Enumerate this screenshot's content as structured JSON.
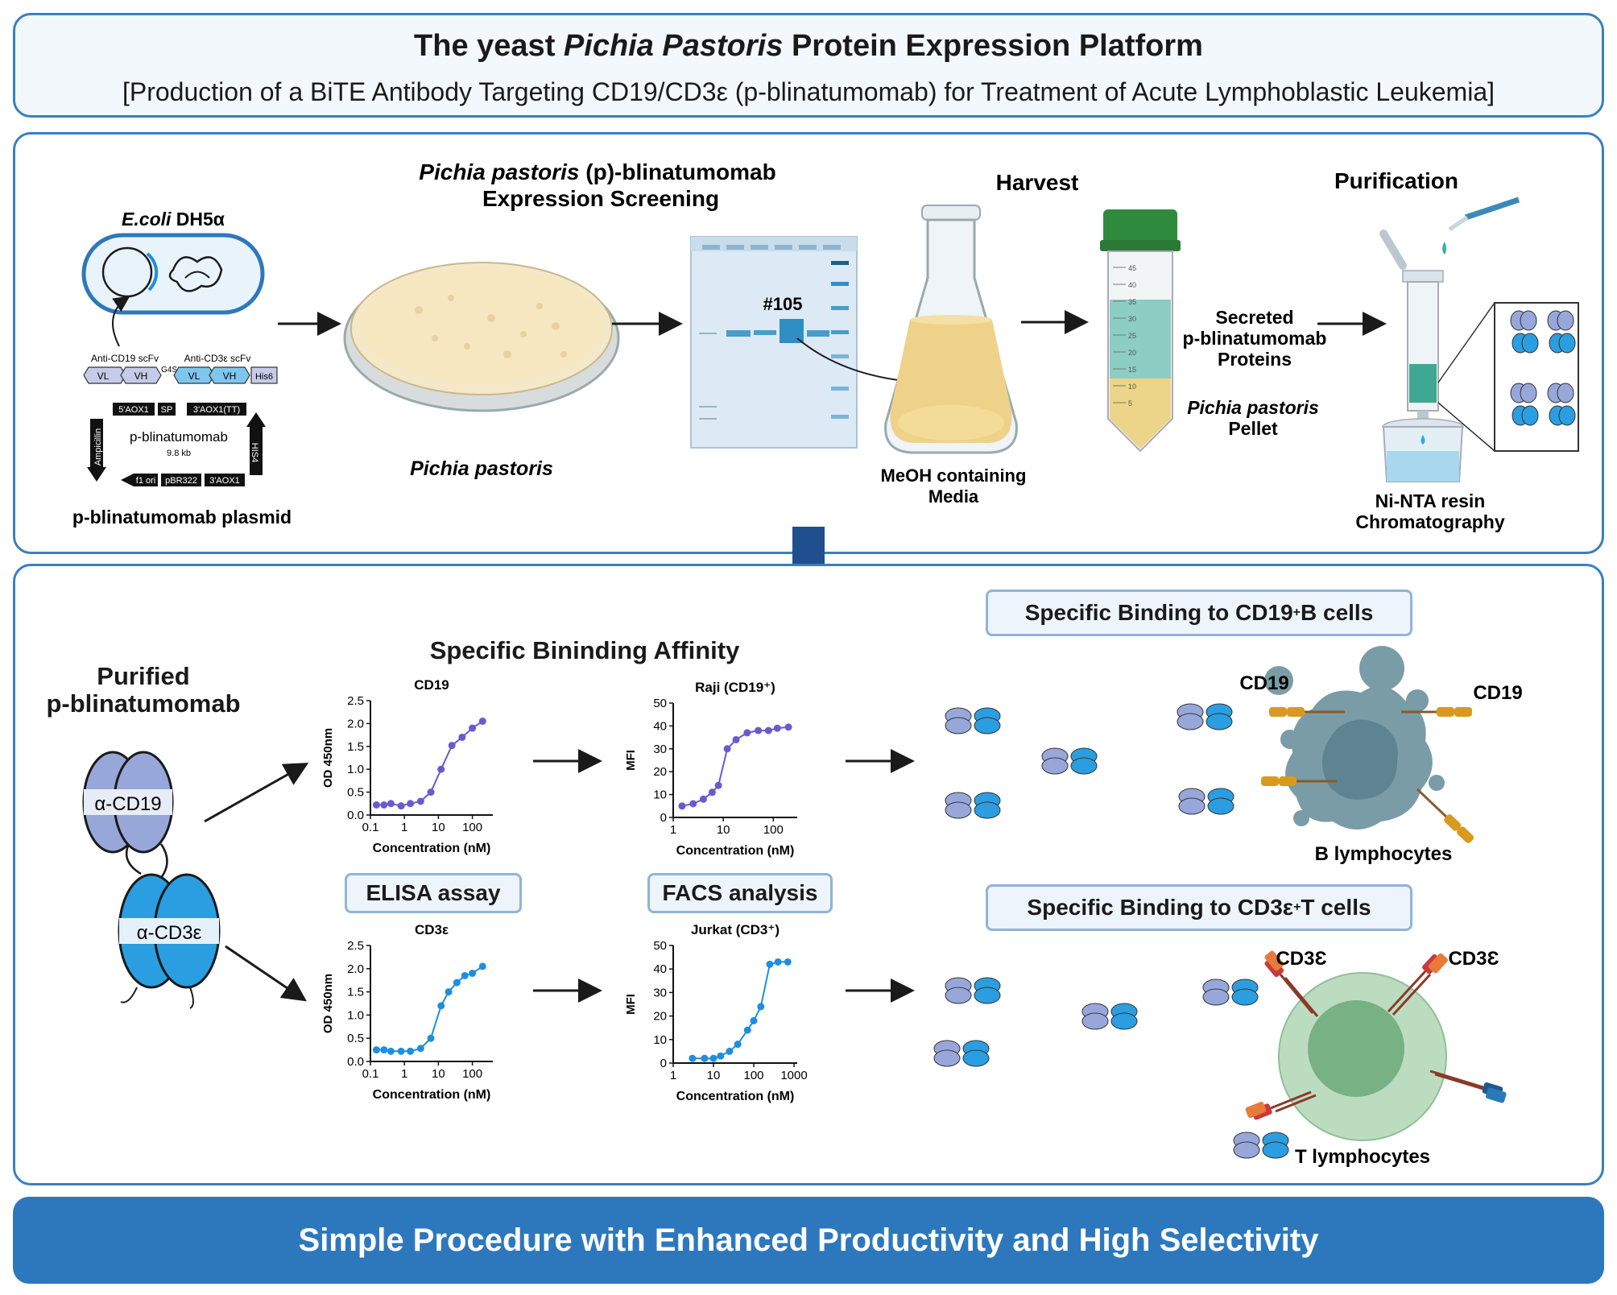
{
  "header": {
    "title_pre": "The yeast ",
    "title_italic": "Pichia Pastoris",
    "title_post": " Protein Expression Platform",
    "subtitle": "[Production of a BiTE Antibody Targeting CD19/CD3ε (p-blinatumomab) for Treatment of Acute Lymphoblastic Leukemia]"
  },
  "process": {
    "ecoli_italic": "E.coli",
    "ecoli_strain": " DH5α",
    "construct": {
      "scfv1": "Anti-CD19 scFv",
      "scfv2": "Anti-CD3ε scFv",
      "vl": "VL",
      "vh": "VH",
      "linker": "G4S",
      "his": "His6",
      "aox1_5": "5'AOX1",
      "sp": "SP",
      "aox1_tt": "3'AOX1(TT)",
      "plasmid_name": "p-blinatumomab",
      "plasmid_size": "9.8 kb",
      "amp": "Ampicillin",
      "his4": "HIS4",
      "f1ori": "f1 ori",
      "pbr322": "pBR322",
      "aox1_3": "3'AOX1"
    },
    "plasmid_label": "p-blinatumomab plasmid",
    "plate_label": "Pichia pastoris",
    "screen_title_italic": "Pichia pastoris",
    "screen_title_post": " (p)-blinatumomab",
    "screen_title_line2": "Expression Screening",
    "clone_label": "#105",
    "harvest_label": "Harvest",
    "media_line1": "MeOH containing",
    "media_line2": "Media",
    "secreted_line1": "Secreted",
    "secreted_line2": "p-blinatumomab",
    "secreted_line3": "Proteins",
    "pellet_line1": "Pichia pastoris",
    "pellet_line2": "Pellet",
    "purification_label": "Purification",
    "ni_line1": "Ni-NTA resin",
    "ni_line2": "Chromatography",
    "tube_ticks": [
      "45",
      "40",
      "35",
      "30",
      "25",
      "20",
      "15",
      "10",
      "5"
    ]
  },
  "assay": {
    "purified_line1": "Purified",
    "purified_line2": "p-blinatumomab",
    "acd19": "α-CD19",
    "acd3": "α-CD3ε",
    "affinity_title": "Specific Bininding Affinity",
    "elisa_label": "ELISA assay",
    "facs_label": "FACS analysis",
    "b_binding": "Specific Binding to CD19",
    "b_binding_sup": "+",
    "b_binding_post": " B cells",
    "t_binding": "Specific Binding to CD3ε",
    "t_binding_sup": "+",
    "t_binding_post": " T cells",
    "b_cell_label": "B lymphocytes",
    "t_cell_label": "T lymphocytes",
    "cd19_label": "CD19",
    "cd3_label": "CD3Ɛ"
  },
  "chart_data": [
    {
      "type": "scatter",
      "title": "CD19",
      "xlabel": "Concentration (nM)",
      "ylabel": "OD 450nm",
      "x_scale": "log",
      "xlim": [
        0.1,
        400
      ],
      "ylim": [
        0,
        2.5
      ],
      "x_ticks": [
        "0.1",
        "1",
        "10",
        "100"
      ],
      "y_ticks": [
        "0.0",
        "0.5",
        "1.0",
        "1.5",
        "2.0",
        "2.5"
      ],
      "x": [
        0.15,
        0.25,
        0.4,
        0.8,
        1.5,
        3,
        6,
        12,
        25,
        50,
        100,
        200
      ],
      "y": [
        0.22,
        0.22,
        0.25,
        0.2,
        0.25,
        0.3,
        0.5,
        1.0,
        1.52,
        1.7,
        1.9,
        2.05
      ],
      "color": "#6a5acd"
    },
    {
      "type": "scatter",
      "title": "Raji (CD19⁺)",
      "xlabel": "Concentration (nM)",
      "ylabel": "MFI",
      "x_scale": "log",
      "xlim": [
        1,
        300
      ],
      "ylim": [
        0,
        50
      ],
      "x_ticks": [
        "1",
        "10",
        "100"
      ],
      "y_ticks": [
        "0",
        "10",
        "20",
        "30",
        "40",
        "50"
      ],
      "x": [
        1.5,
        2.5,
        4,
        6,
        8,
        12,
        18,
        30,
        50,
        80,
        120,
        200
      ],
      "y": [
        5,
        6,
        8,
        11,
        14,
        30,
        34,
        37,
        38,
        38,
        39,
        39.5
      ],
      "color": "#6a5acd"
    },
    {
      "type": "scatter",
      "title": "CD3ε",
      "xlabel": "Concentration (nM)",
      "ylabel": "OD 450nm",
      "x_scale": "log",
      "xlim": [
        0.1,
        400
      ],
      "ylim": [
        0,
        2.5
      ],
      "x_ticks": [
        "0.1",
        "1",
        "10",
        "100"
      ],
      "y_ticks": [
        "0.0",
        "0.5",
        "1.0",
        "1.5",
        "2.0",
        "2.5"
      ],
      "x": [
        0.15,
        0.25,
        0.4,
        0.8,
        1.5,
        3,
        6,
        12,
        20,
        35,
        60,
        100,
        200
      ],
      "y": [
        0.25,
        0.25,
        0.22,
        0.22,
        0.22,
        0.28,
        0.5,
        1.2,
        1.5,
        1.7,
        1.85,
        1.9,
        2.05
      ],
      "color": "#1e8ee0"
    },
    {
      "type": "scatter",
      "title": "Jurkat (CD3⁺)",
      "xlabel": "Concentration (nM)",
      "ylabel": "MFI",
      "x_scale": "log",
      "xlim": [
        1,
        1200
      ],
      "ylim": [
        0,
        50
      ],
      "x_ticks": [
        "1",
        "10",
        "100",
        "1000"
      ],
      "y_ticks": [
        "0",
        "10",
        "20",
        "30",
        "40",
        "50"
      ],
      "x": [
        3,
        6,
        10,
        15,
        25,
        40,
        70,
        100,
        150,
        250,
        400,
        700
      ],
      "y": [
        2,
        2,
        2,
        3,
        5,
        8,
        14,
        18,
        24,
        42,
        43,
        43
      ],
      "color": "#1e8ee0"
    }
  ]
}
